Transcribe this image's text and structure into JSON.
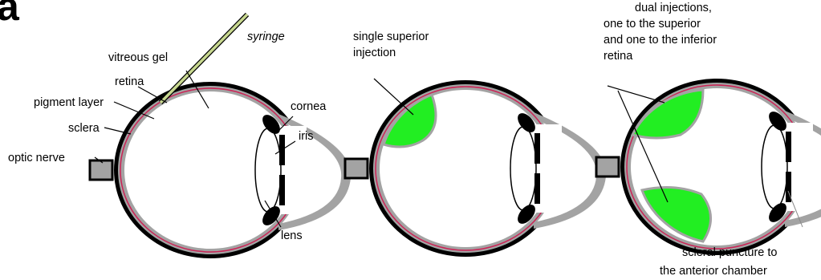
{
  "panel_label": "a",
  "labels": {
    "syringe": "syringe",
    "vitreous_gel": "vitreous gel",
    "retina": "retina",
    "pigment_layer": "pigment layer",
    "sclera": "sclera",
    "optic_nerve": "optic nerve",
    "cornea": "cornea",
    "iris": "iris",
    "lens": "lens",
    "single_injection": [
      "single superior",
      "injection"
    ],
    "dual_injection": [
      "dual injections,",
      "one to the superior",
      "and one to the inferior",
      "retina"
    ],
    "scleral_puncture": [
      "scleral puncture to",
      "the anterior chamber"
    ]
  },
  "colors": {
    "sclera": "#000000",
    "retina_band": "#a3a3a3",
    "pigment": "#cc2255",
    "injection": "#22ee22",
    "syringe": "#c8d890"
  }
}
